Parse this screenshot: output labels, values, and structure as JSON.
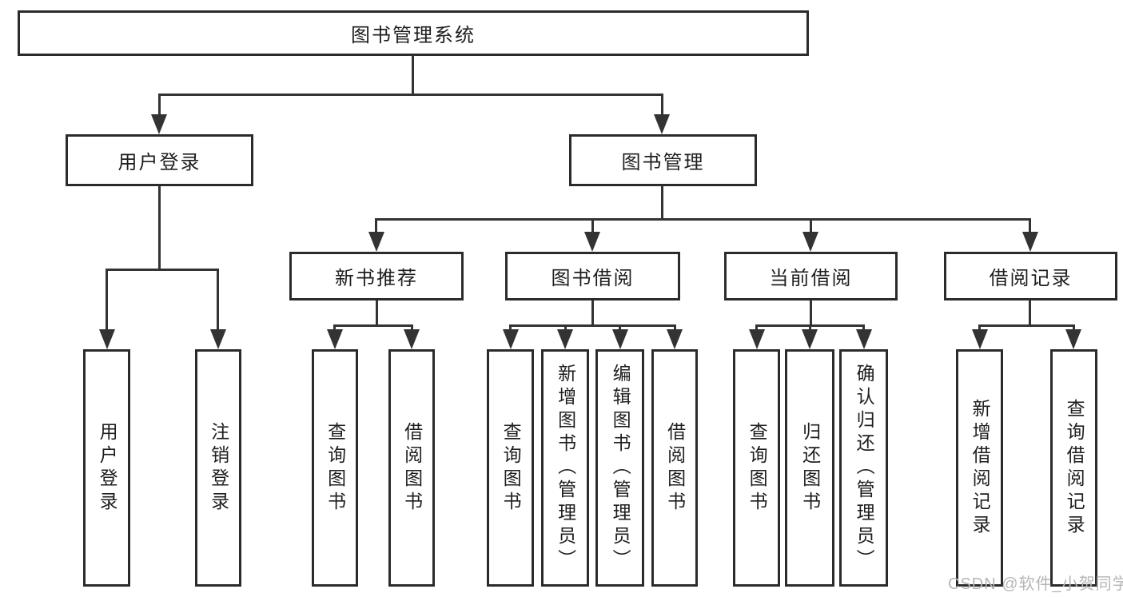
{
  "diagram": {
    "root": {
      "label": "图书管理系统"
    },
    "level2": {
      "user_login": {
        "label": "用户登录"
      },
      "book_management": {
        "label": "图书管理"
      }
    },
    "level3": {
      "new_book_recommend": {
        "label": "新书推荐"
      },
      "book_borrowing": {
        "label": "图书借阅"
      },
      "current_borrowing": {
        "label": "当前借阅"
      },
      "borrowing_records": {
        "label": "借阅记录"
      }
    },
    "leaves": {
      "user_login": {
        "label": "用户登录"
      },
      "logout": {
        "label": "注销登录"
      },
      "query_books_1": {
        "label": "查询图书"
      },
      "borrow_books_1": {
        "label": "借阅图书"
      },
      "query_books_2": {
        "label": "查询图书"
      },
      "add_book_admin": {
        "label": "新增图书（管理员）"
      },
      "edit_book_admin": {
        "label": "编辑图书（管理员）"
      },
      "borrow_books_2": {
        "label": "借阅图书"
      },
      "query_books_3": {
        "label": "查询图书"
      },
      "return_books": {
        "label": "归还图书"
      },
      "confirm_return_admin": {
        "label": "确认归还（管理员）"
      },
      "add_borrow_record": {
        "label": "新增借阅记录"
      },
      "query_borrow_record": {
        "label": "查询借阅记录"
      }
    }
  },
  "watermark": {
    "text": "CSDN @软件_小贺同学"
  },
  "colors": {
    "line": "#333333",
    "border": "#2b2b2b",
    "text": "#1e1e1e",
    "watermark": "#b6b6b6",
    "background": "#ffffff"
  }
}
